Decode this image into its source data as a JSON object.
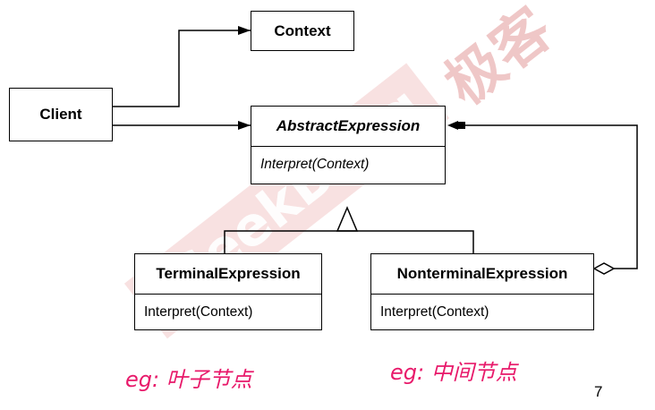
{
  "diagram": {
    "classes": {
      "context": {
        "name": "Context"
      },
      "client": {
        "name": "Client"
      },
      "abstract_expression": {
        "name": "AbstractExpression",
        "operation": "Interpret(Context)"
      },
      "terminal_expression": {
        "name": "TerminalExpression",
        "operation": "Interpret(Context)"
      },
      "nonterminal_expression": {
        "name": "NonterminalExpression",
        "operation": "Interpret(Context)"
      }
    },
    "annotations": {
      "terminal_note": "eg: 叶子节点",
      "nonterminal_note": "eg: 中间节点"
    },
    "page_number": "7"
  },
  "watermark": {
    "latin": "GeekBang",
    "cjk": "极客",
    "color": "#e8a0a0"
  },
  "colors": {
    "line": "#000000",
    "note": "#e8196a"
  }
}
